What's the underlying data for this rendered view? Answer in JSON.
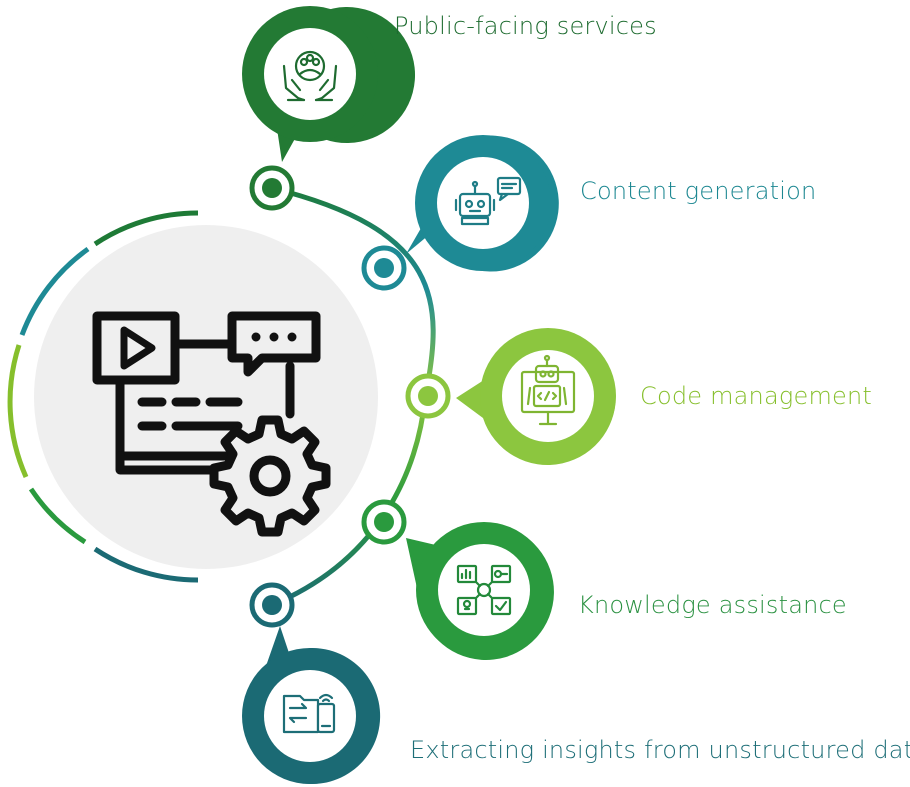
{
  "items": [
    {
      "label": "Public-facing services",
      "color": "#237a34",
      "icon": "people-in-hands-icon"
    },
    {
      "label": "Content generation",
      "color": "#1e8a95",
      "icon": "chatbot-icon"
    },
    {
      "label": "Code management",
      "color": "#8cc63f",
      "icon": "robot-code-icon"
    },
    {
      "label": "Knowledge assistance",
      "color": "#2a9a3e",
      "icon": "knowledge-network-icon"
    },
    {
      "label": "Extracting insights from unstructured data",
      "color": "#1b6a74",
      "icon": "data-transfer-icon"
    }
  ],
  "center": {
    "icon": "laptop-media-gear-icon"
  }
}
